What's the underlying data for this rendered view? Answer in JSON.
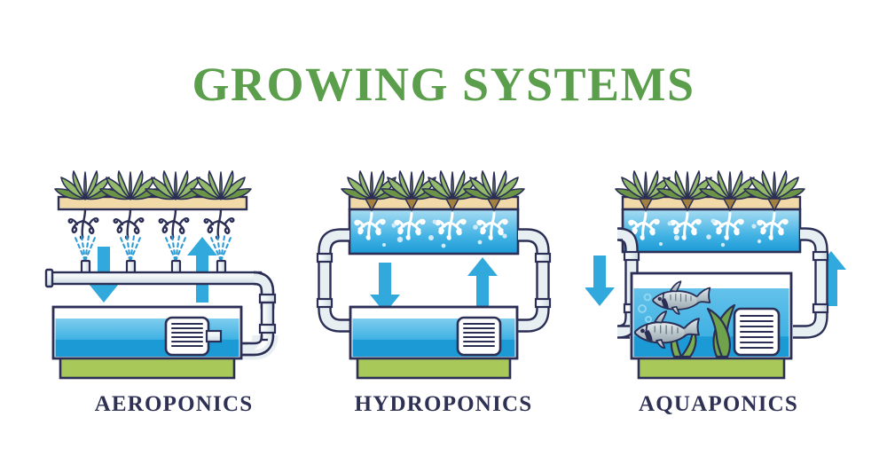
{
  "title": "GROWING SYSTEMS",
  "colors": {
    "title_green": "#5B9E4C",
    "label_navy": "#2E3154",
    "outline": "#2B2E55",
    "arrow_blue": "#31A9DC",
    "water_light": "#79CBEE",
    "water_mid": "#3EB0E2",
    "water_deep": "#1C9AD6",
    "tray_tan": "#F2D9A8",
    "leaf_light": "#93BA6A",
    "leaf_dark": "#6B9447",
    "base_green": "#A8C85A",
    "pipe_white": "#F2F6F8",
    "fish_body": "#C9D3D8",
    "seaweed_green": "#6FA24A"
  },
  "panels": [
    {
      "id": "aeroponics",
      "label": "AEROPONICS",
      "plant_count": 4,
      "nozzle_count": 4,
      "has_mist_spray": true,
      "has_root_exposed": true,
      "has_reservoir": true,
      "has_pump": true,
      "has_fish": false,
      "arrows": [
        {
          "name": "down-flow-arrow",
          "direction": "down"
        },
        {
          "name": "up-flow-arrow",
          "direction": "up"
        }
      ]
    },
    {
      "id": "hydroponics",
      "label": "HYDROPONICS",
      "plant_count": 4,
      "nozzle_count": 0,
      "has_mist_spray": false,
      "has_root_submerged": true,
      "has_reservoir": true,
      "has_pump": true,
      "has_fish": false,
      "arrows": [
        {
          "name": "down-flow-arrow",
          "direction": "down"
        },
        {
          "name": "up-flow-arrow",
          "direction": "up"
        }
      ]
    },
    {
      "id": "aquaponics",
      "label": "AQUAPONICS",
      "plant_count": 4,
      "nozzle_count": 0,
      "has_mist_spray": false,
      "has_root_submerged": true,
      "has_reservoir": true,
      "has_pump": true,
      "has_fish": true,
      "fish_count": 2,
      "seaweed_count": 2,
      "arrows": [
        {
          "name": "down-flow-arrow",
          "direction": "down"
        },
        {
          "name": "up-flow-arrow",
          "direction": "up"
        }
      ]
    }
  ]
}
